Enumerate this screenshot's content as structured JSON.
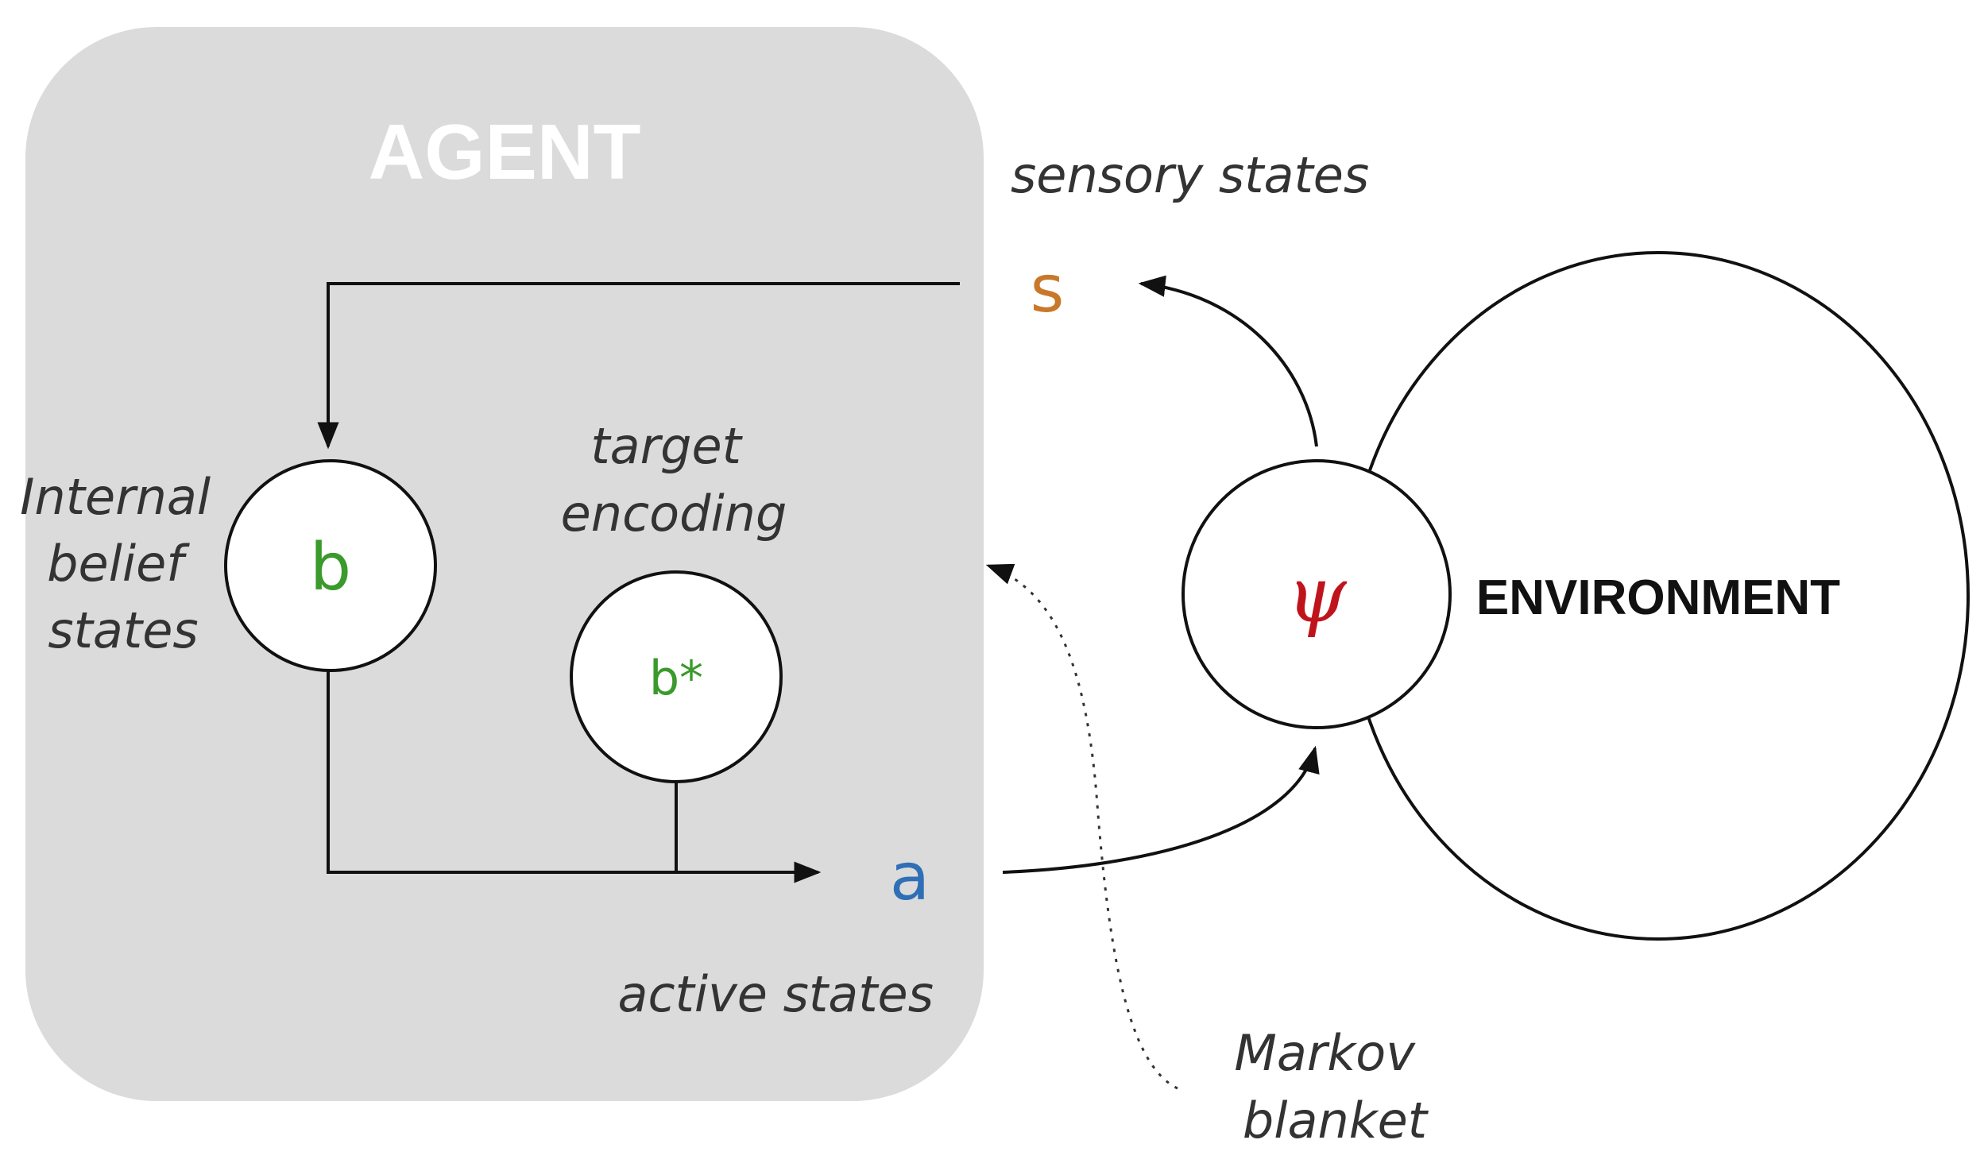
{
  "agent": {
    "title": "AGENT",
    "internal_label": [
      "Internal",
      "belief",
      "states"
    ],
    "target_label": [
      "target",
      "encoding"
    ],
    "active_label": "active states"
  },
  "nodes": {
    "belief": {
      "symbol": "b"
    },
    "target": {
      "symbol": "b*"
    },
    "psi": {
      "symbol": "ψ"
    }
  },
  "variables": {
    "sensory": "s",
    "active": "a"
  },
  "labels": {
    "sensory_states": "sensory states",
    "markov_blanket": [
      "Markov",
      "blanket"
    ],
    "environment": "ENVIRONMENT"
  },
  "colors": {
    "agent_fill": "#dbdbdb",
    "line": "#111111",
    "belief_green": "#3a9a2b",
    "sensory_orange": "#c9782a",
    "active_blue": "#2f6fb5",
    "psi_red": "#c0141c"
  }
}
